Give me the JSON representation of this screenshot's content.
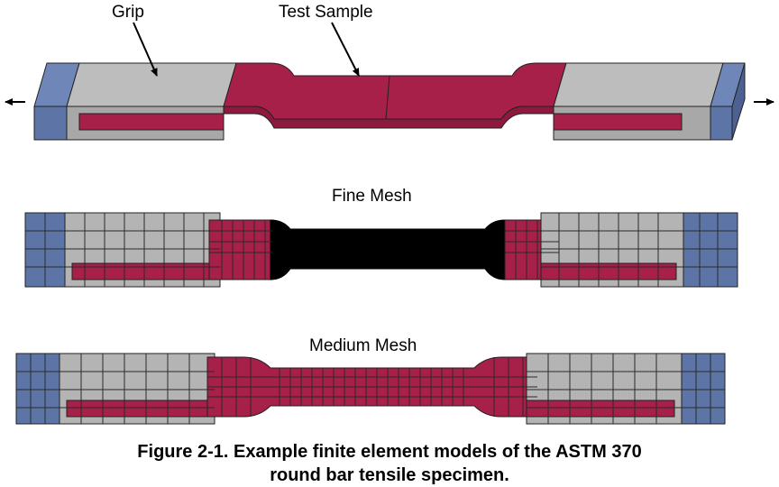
{
  "labels": {
    "grip": "Grip",
    "test_sample": "Test Sample",
    "fine_mesh": "Fine Mesh",
    "medium_mesh": "Medium Mesh"
  },
  "caption": {
    "line1": "Figure 2-1.  Example finite element models of the ASTM 370",
    "line2": "round bar tensile specimen."
  },
  "colors": {
    "grip_gray": "#b4b4b4",
    "end_blue": "#5d74a6",
    "sample_red": "#a6204a",
    "mesh_line": "#2a2a2a",
    "fine_center": "#000000"
  }
}
